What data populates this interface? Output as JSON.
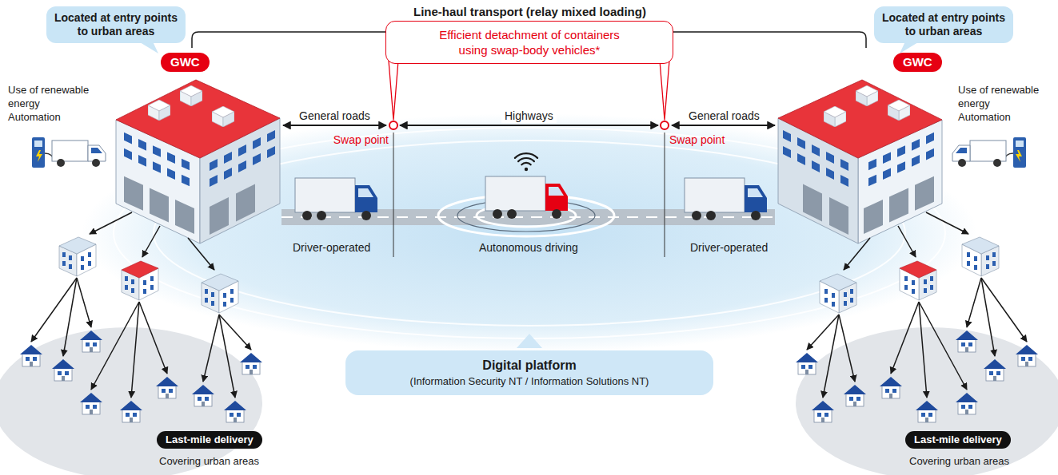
{
  "diagram": {
    "title": "Line-haul transport (relay mixed loading)",
    "nodes": [
      {
        "text": [
          "Located at entry points to urban areas"
        ]
      },
      {
        "text": [
          "GWC"
        ]
      },
      {
        "text": [
          "Efficient detachment of containers using swap-body vehicles*"
        ]
      },
      {
        "text": [
          "Located at entry points to urban areas"
        ]
      },
      {
        "text": [
          "GWC"
        ]
      },
      {
        "text": [
          "Swap point"
        ]
      },
      {
        "text": [
          "Swap point"
        ]
      },
      {
        "text": [
          "Digital platform",
          "(Information Security NT / Information Solutions NT)"
        ]
      },
      {
        "text": [
          "Last-mile delivery"
        ]
      },
      {
        "text": [
          "Last-mile delivery"
        ]
      }
    ],
    "edges": [
      {
        "from": 5,
        "to": 6,
        "arrow": "both",
        "label": "Highways"
      },
      {
        "from": 2,
        "to": 5,
        "arrow": "none"
      },
      {
        "from": 2,
        "to": 6,
        "arrow": "none"
      }
    ],
    "labels": [
      "Use of renewable energy",
      "Automation",
      "General roads",
      "Driver-operated",
      "Autonomous driving",
      "Driver-operated",
      "General roads",
      "Use of renewable energy",
      "Automation",
      "Covering urban areas",
      "Covering urban areas"
    ]
  }
}
